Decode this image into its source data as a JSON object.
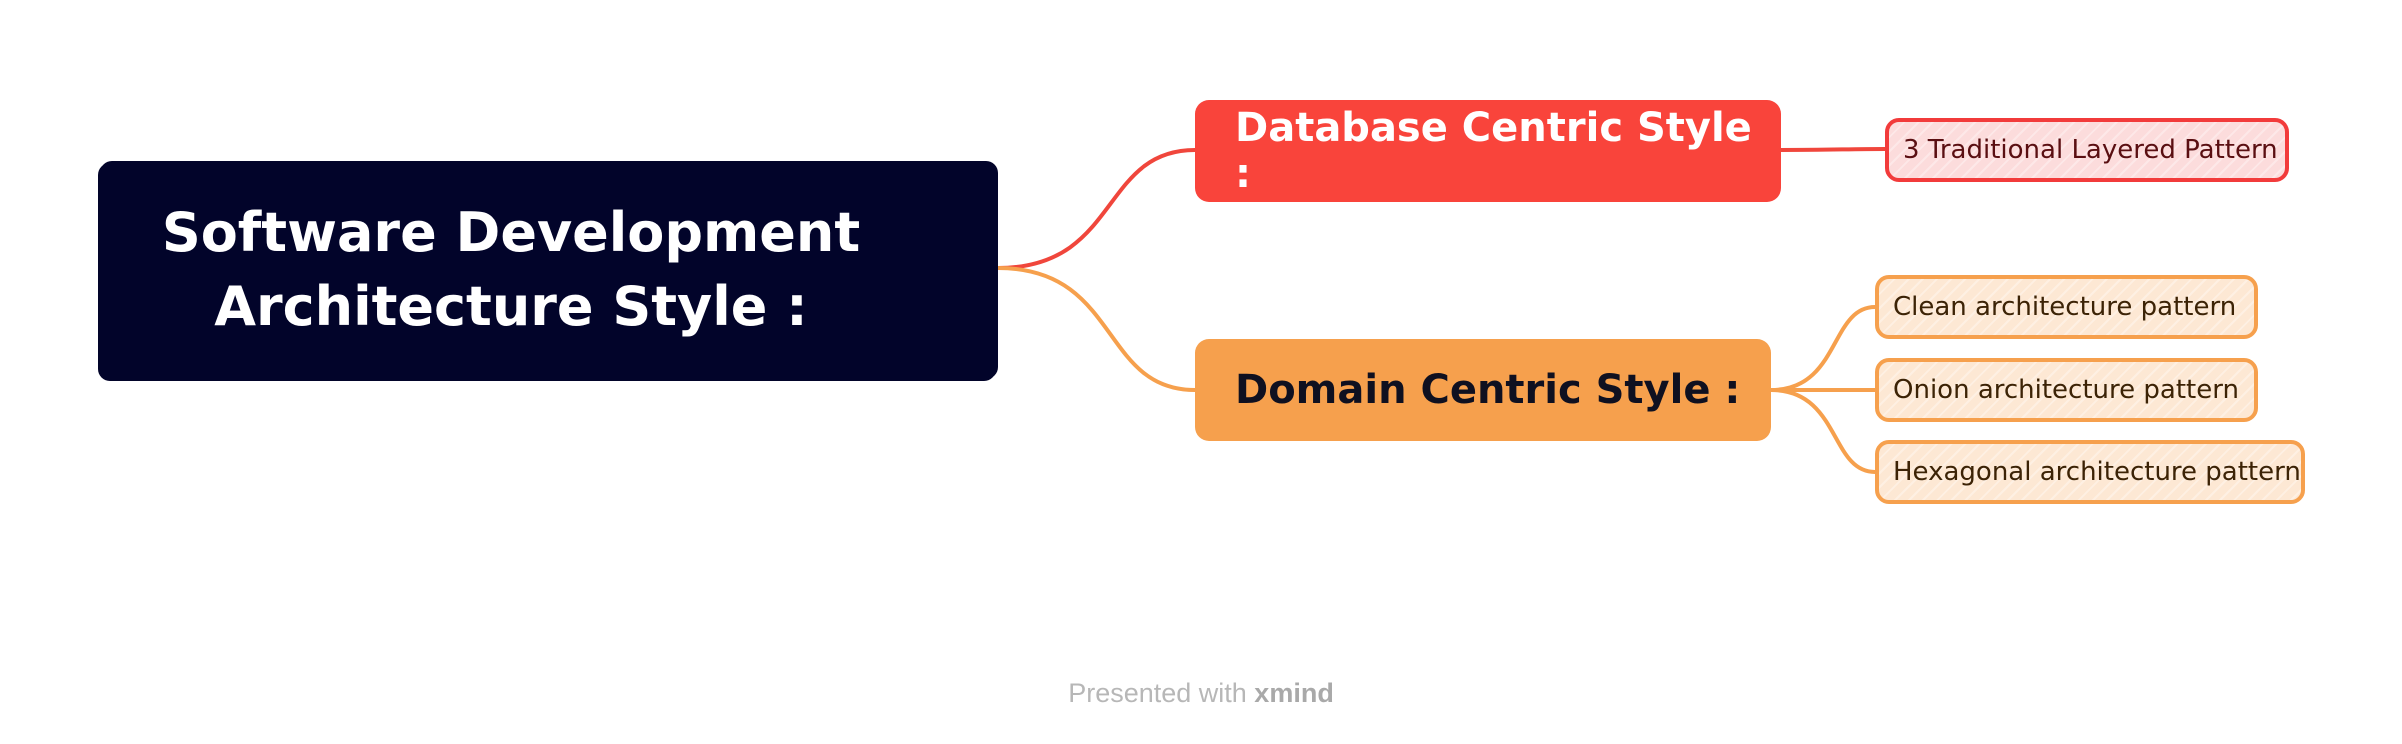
{
  "mindmap": {
    "root": {
      "line1": "Software Development",
      "line2": "Architecture  Style :"
    },
    "branches": [
      {
        "label": "Database Centric Style :",
        "color": "#f9443b",
        "children": [
          "3 Traditional Layered Pattern"
        ]
      },
      {
        "label": "Domain Centric Style :",
        "color": "#f6a04d",
        "children": [
          "Clean  architecture pattern",
          "Onion architecture pattern",
          "Hexagonal architecture pattern"
        ]
      }
    ]
  },
  "footer": {
    "prefix": "Presented with ",
    "brand": "xmind"
  },
  "colors": {
    "root_bg": "#02042a",
    "database_branch": "#f9443b",
    "domain_branch": "#f6a04d"
  }
}
